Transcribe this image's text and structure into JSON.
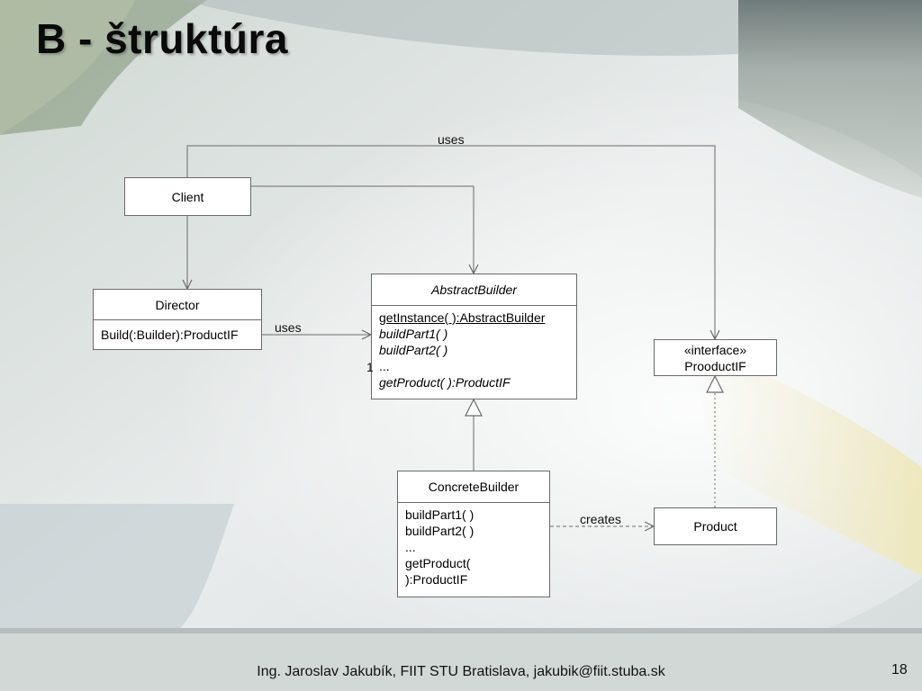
{
  "slide": {
    "title": "B - štruktúra",
    "footer": "Ing. Jaroslav Jakubík, FIIT STU Bratislava, jakubik@fiit.stuba.sk",
    "page_number": "18"
  },
  "diagram": {
    "client": {
      "name": "Client"
    },
    "director": {
      "name": "Director",
      "operations": [
        "Build(:Builder):ProductIF"
      ]
    },
    "abstract_builder": {
      "name": "AbstractBuilder",
      "operations": [
        "getInstance( ):AbstractBuilder",
        "buildPart1( )",
        "buildPart2( )",
        "...",
        "getProduct( ):ProductIF"
      ]
    },
    "concrete_builder": {
      "name": "ConcreteBuilder",
      "operations": [
        "buildPart1( )",
        "buildPart2( )",
        "...",
        "getProduct(",
        "):ProductIF"
      ]
    },
    "product_interface": {
      "stereotype": "«interface»",
      "name": "ProoductIF"
    },
    "product": {
      "name": "Product"
    },
    "labels": {
      "uses_top": "uses",
      "uses_director": "uses",
      "multiplicity": "1",
      "creates": "creates"
    }
  },
  "colors": {
    "line": "#6a6a6a",
    "box_border": "#6a6a6a",
    "box_fill": "#ffffff"
  }
}
